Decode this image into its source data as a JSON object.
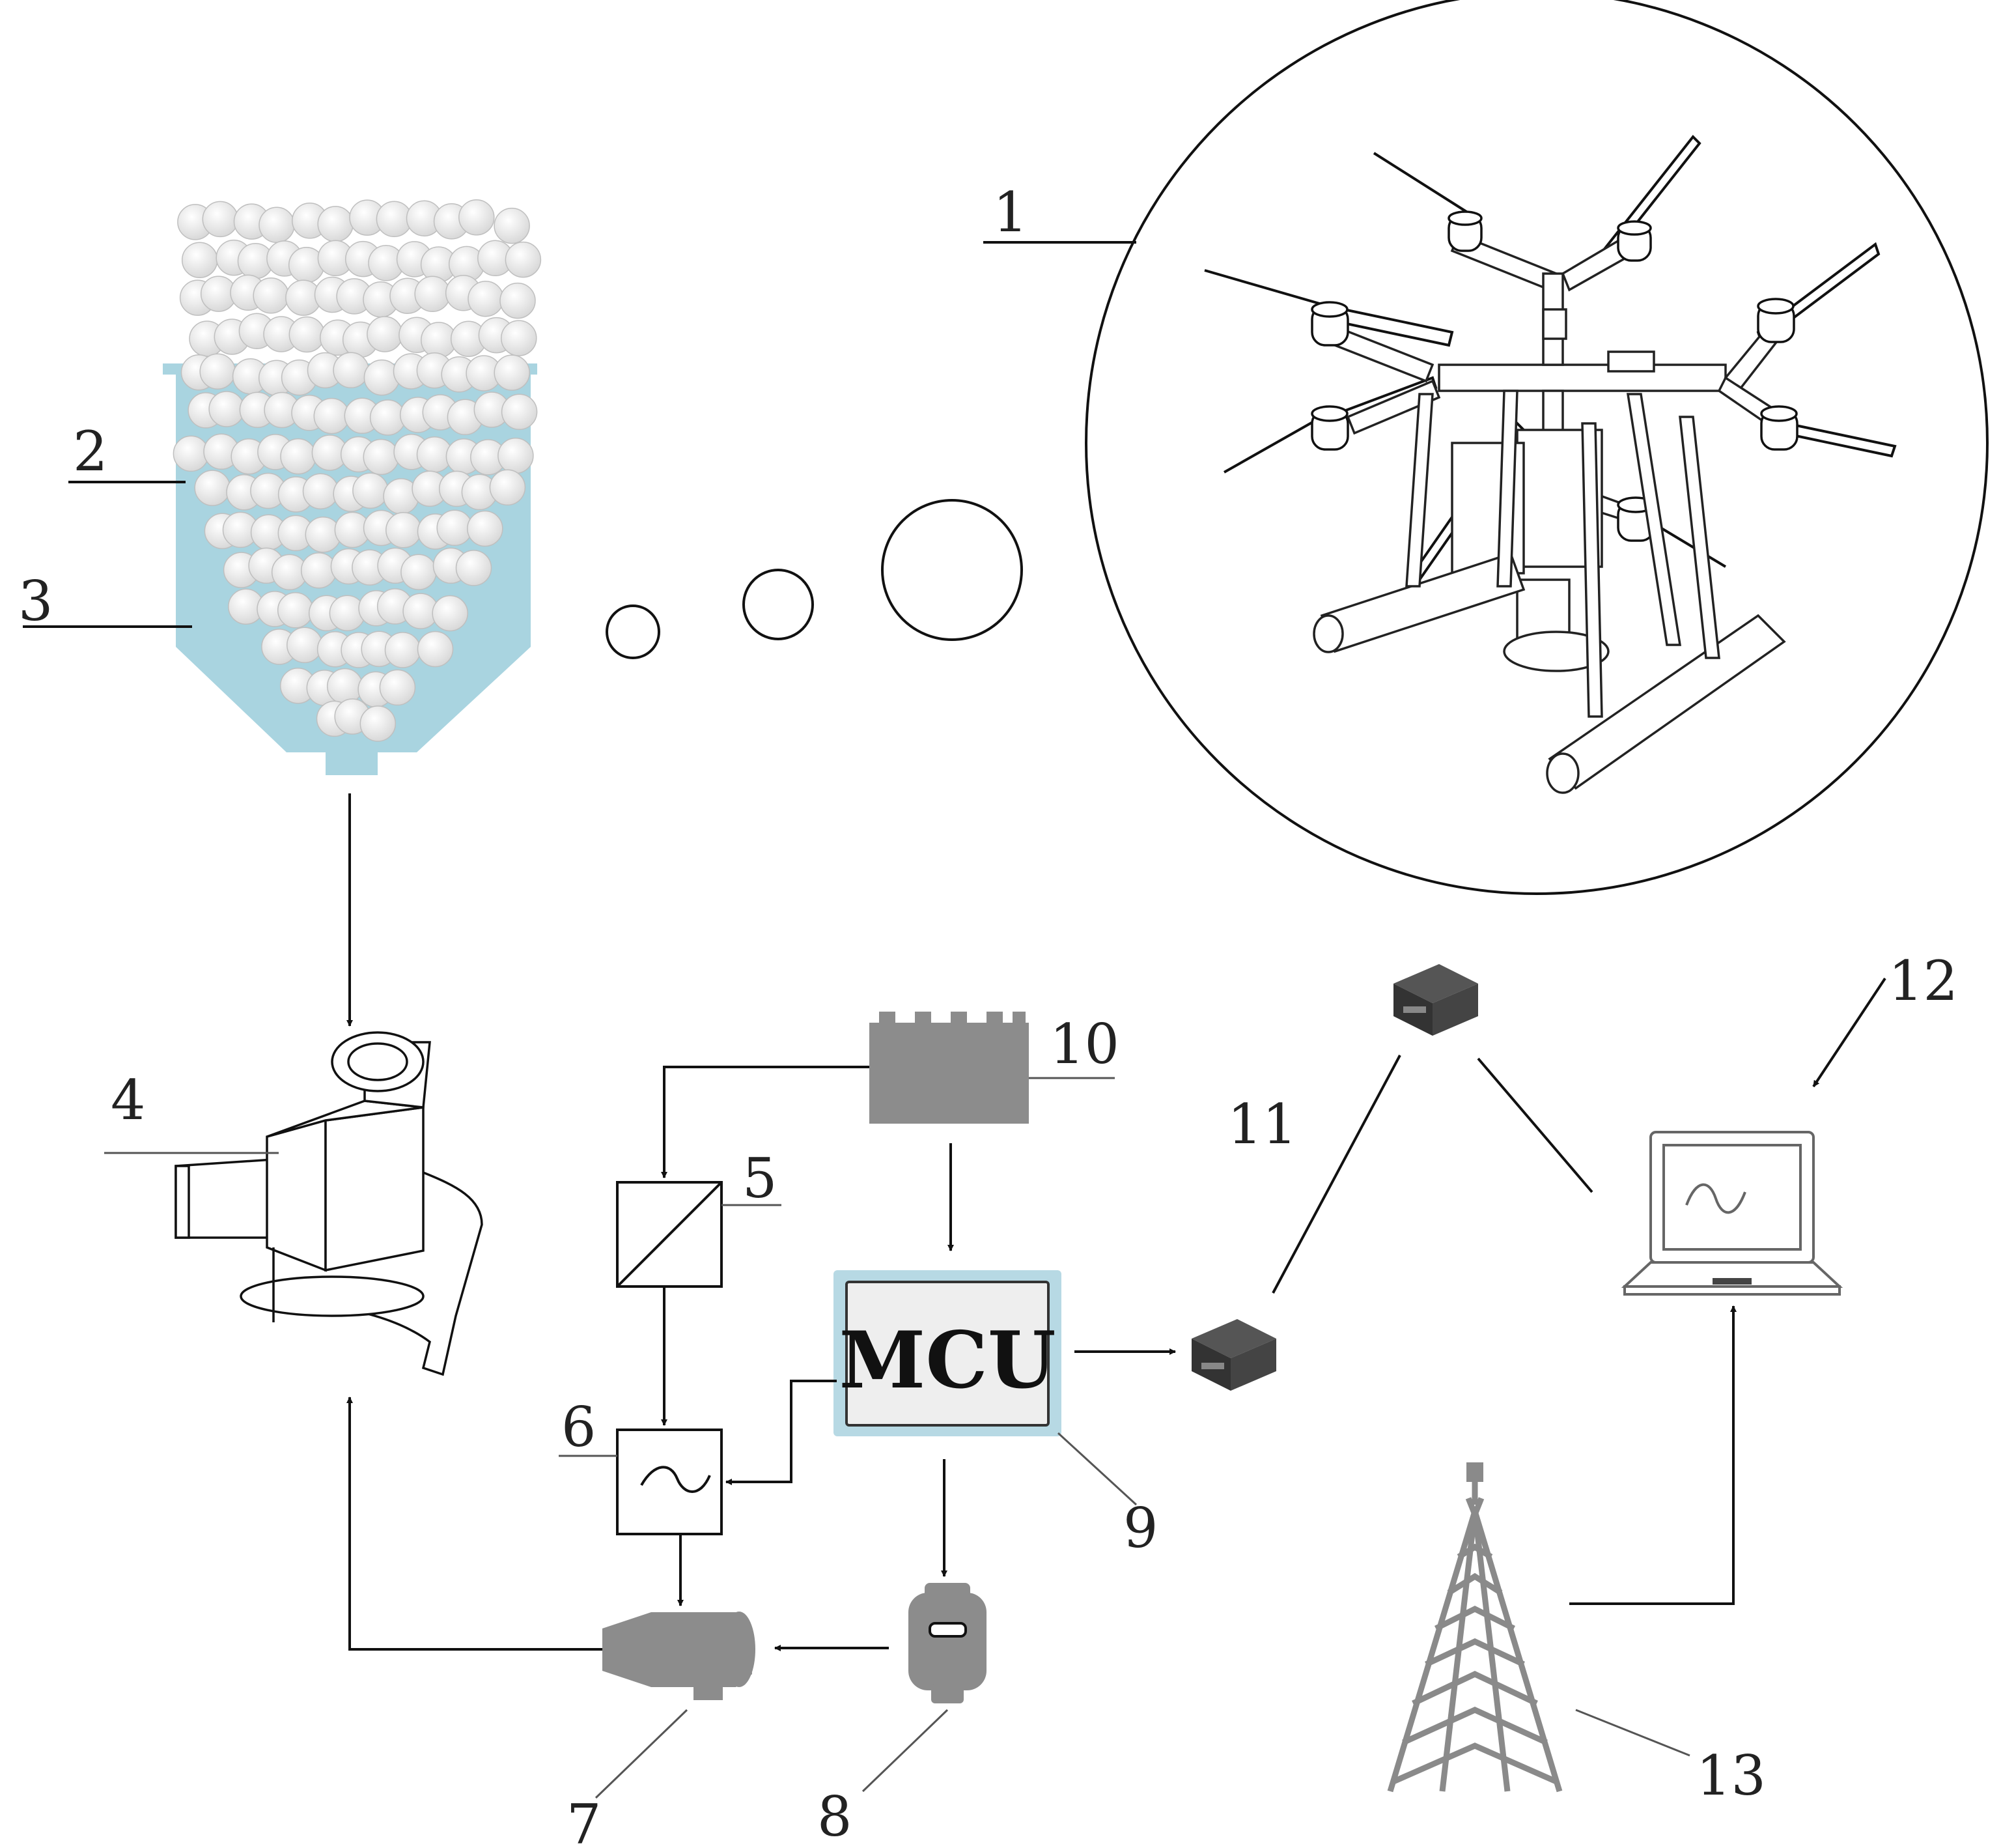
{
  "labels": {
    "l1": "1",
    "l2": "2",
    "l3": "3",
    "l4": "4",
    "l5": "5",
    "l6": "6",
    "l7": "7",
    "l8": "8",
    "l9": "9",
    "l10": "10",
    "l11": "11",
    "l12": "12",
    "l13": "13"
  },
  "mcu_text": "MCU",
  "colors": {
    "hopper": "#a9d4e0",
    "component_gray": "#8c8c8c",
    "mcu_border": "#b7d9e4",
    "tower": "#8a8a8a"
  }
}
